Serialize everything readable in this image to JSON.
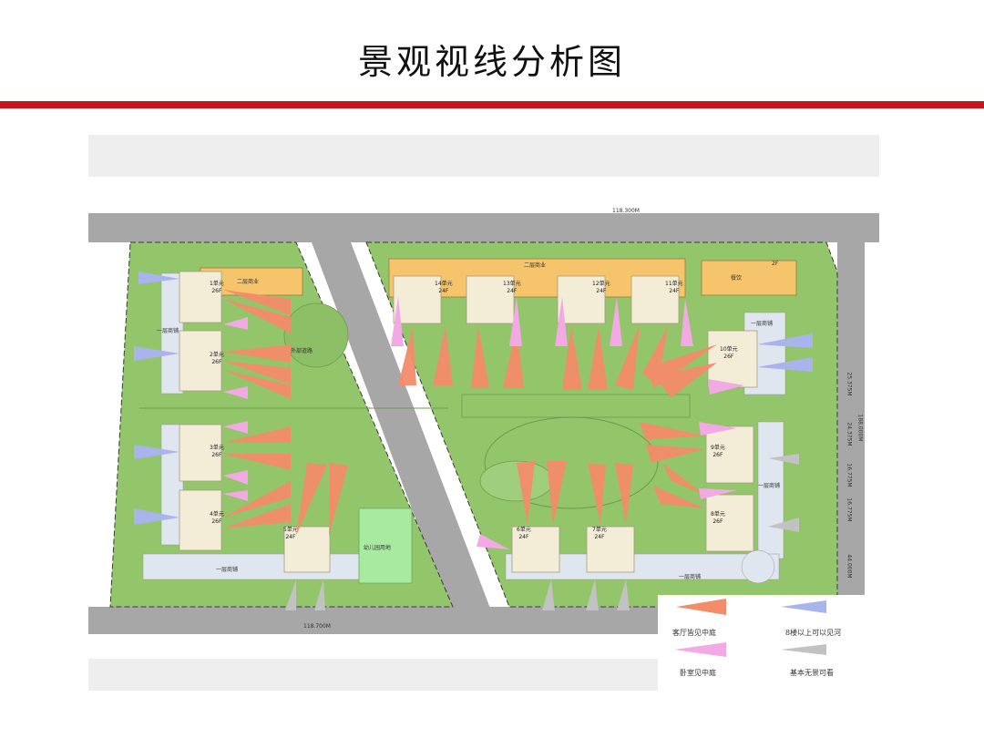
{
  "title": "景观视线分析图",
  "colors": {
    "red_bar": "#c8161d",
    "road": "#a7a7a7",
    "lawn": "#93c56b",
    "building": "#f3ecd6",
    "commercial": "#f6c46a",
    "kindergarten": "#a8eba0",
    "living_view": "#f28c6a",
    "bedroom_view": "#f2a9e4",
    "river_view": "#a9b3ec",
    "no_view": "#c2c2c2"
  },
  "plan": {
    "buildings_west": [
      {
        "name": "1单元",
        "floors": "26F"
      },
      {
        "name": "2单元",
        "floors": "26F"
      },
      {
        "name": "3单元",
        "floors": "26F"
      },
      {
        "name": "4单元",
        "floors": "26F"
      },
      {
        "name": "5单元",
        "floors": "24F"
      }
    ],
    "buildings_east": [
      {
        "name": "14单元",
        "floors": "24F"
      },
      {
        "name": "13单元",
        "floors": "24F"
      },
      {
        "name": "12单元",
        "floors": "24F"
      },
      {
        "name": "11单元",
        "floors": "24F"
      },
      {
        "name": "10单元",
        "floors": "26F"
      },
      {
        "name": "9单元",
        "floors": "26F"
      },
      {
        "name": "8单元",
        "floors": "26F"
      },
      {
        "name": "7单元",
        "floors": "24F"
      },
      {
        "name": "6单元",
        "floors": "24F"
      }
    ],
    "labels": {
      "commercial_west": "二层商业",
      "commercial_north": "二层商业",
      "restaurant": "餐饮",
      "restaurant_floors": "2F",
      "shops_west_1": "一层商铺",
      "shops_west_2": "一层商铺",
      "shops_east_1": "一层商铺",
      "shops_east_2": "一层商铺",
      "shops_east_3": "一层商铺",
      "kindergarten": "幼儿园用地",
      "plaza": "外部道路"
    },
    "dimensions": {
      "top_total": "118.300M",
      "bottom_west": "118.700M",
      "right_total": "188.000M",
      "right_1": "25.375M",
      "right_2": "24.375M",
      "right_3": "16.775M",
      "right_4": "16.775M",
      "right_5": "44.000M"
    }
  },
  "legend": [
    {
      "label": "客厅皆见中庭",
      "color": "#f28c6a"
    },
    {
      "label": "8楼以上可以见河",
      "color": "#a9b3ec"
    },
    {
      "label": "卧室见中庭",
      "color": "#f2a9e4"
    },
    {
      "label": "基本无景可看",
      "color": "#c2c2c2"
    }
  ]
}
